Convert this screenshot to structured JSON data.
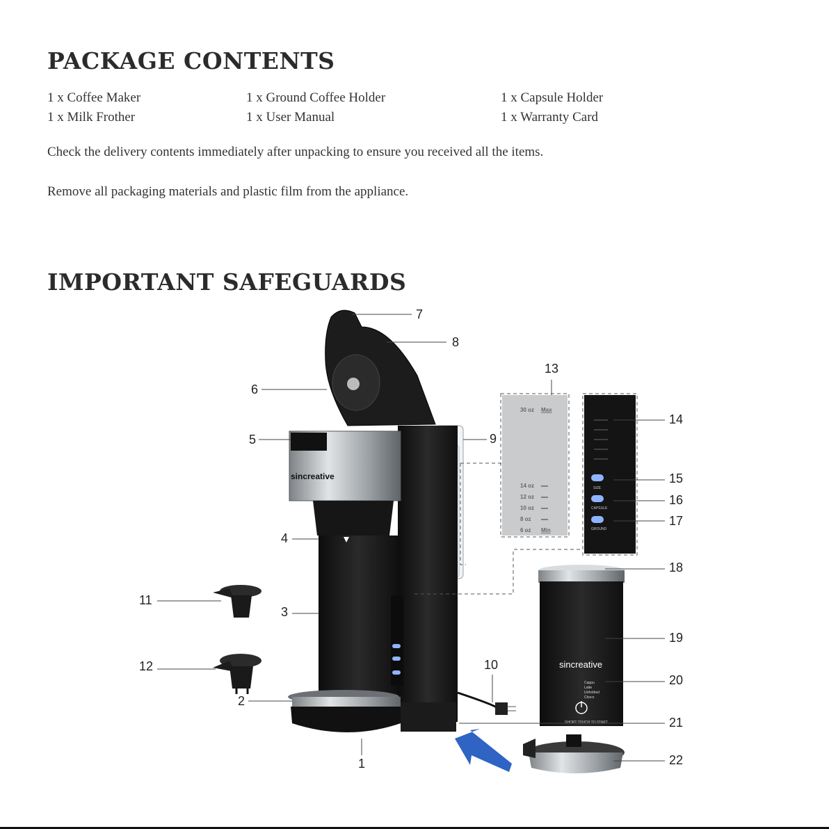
{
  "package_contents": {
    "title": "PACKAGE CONTENTS",
    "items": [
      "1 x Coffee Maker",
      "1 x Ground Coffee Holder",
      "1 x Capsule Holder",
      "1 x Milk Frother",
      "1 x User Manual",
      "1 x Warranty Card"
    ],
    "check_text": "Check the delivery contents immediately after unpacking to ensure you received all the items.",
    "remove_text": "Remove all packaging materials and plastic film from the appliance."
  },
  "safeguards": {
    "title": "IMPORTANT SAFEGUARDS"
  },
  "diagram": {
    "brand": "sincreative",
    "callouts": [
      "1",
      "2",
      "3",
      "4",
      "5",
      "6",
      "7",
      "8",
      "9",
      "10",
      "11",
      "12",
      "13",
      "14",
      "15",
      "16",
      "17",
      "18",
      "19",
      "20",
      "21",
      "22"
    ],
    "tank_scale": [
      "30  oz",
      "Max",
      "14  oz",
      "12  oz",
      "10  oz",
      "8  oz",
      "6  oz",
      "Min"
    ],
    "panel_labels": [
      "SIZE",
      "CAPSULE",
      "GROUND"
    ],
    "frother_modes": [
      "Cappu",
      "Latte",
      "Unfrothed",
      "Choco"
    ],
    "frother_start": "SHORT TOUCH TO START",
    "colors": {
      "accent_arrow": "#2f63c4",
      "body": "#1a1a1a",
      "steel": "#b8bcc0",
      "button": "#8fb3ff"
    }
  }
}
